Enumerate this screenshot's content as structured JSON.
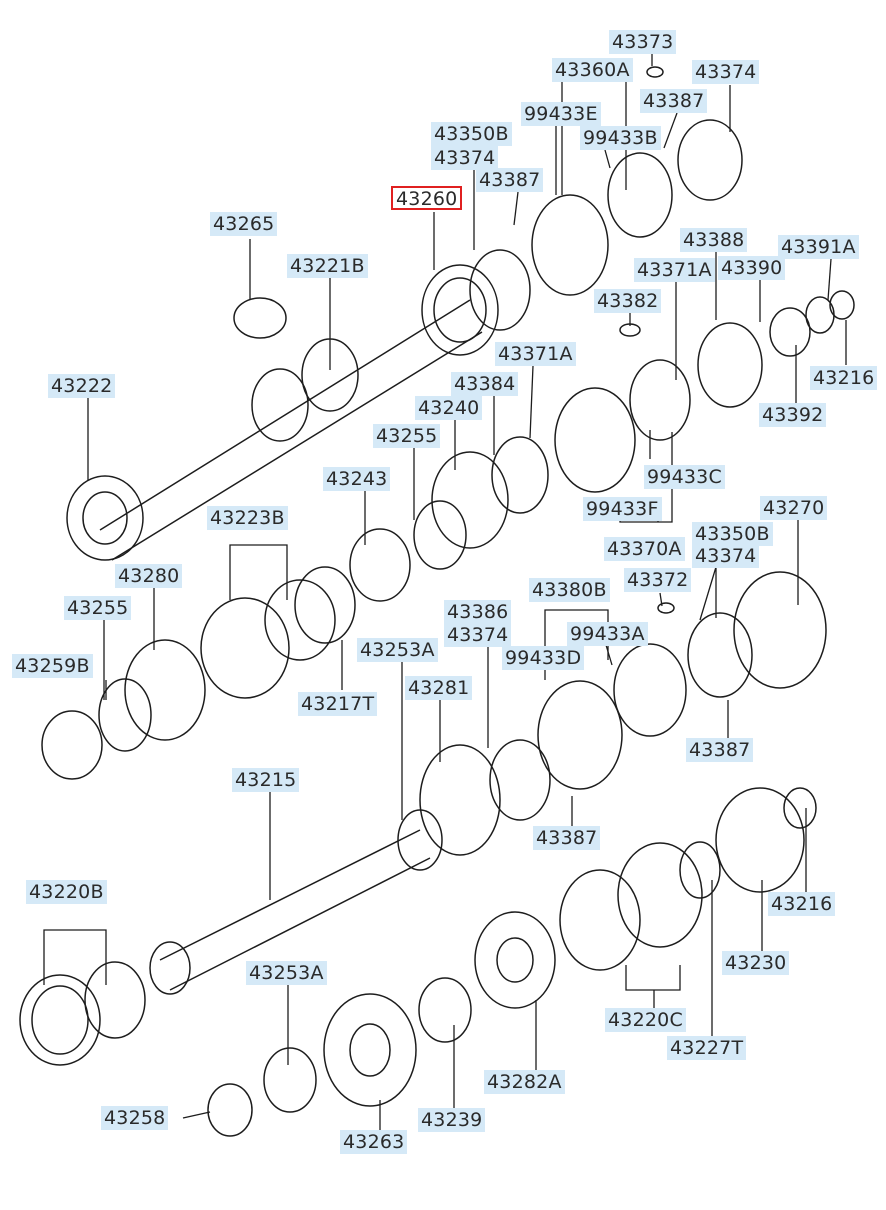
{
  "diagram": {
    "highlight_color": "#e02020",
    "label_background": "#d5e9f7",
    "labels": [
      {
        "id": "l43373",
        "text": "43373"
      },
      {
        "id": "l43360A",
        "text": "43360A"
      },
      {
        "id": "l43374a",
        "text": "43374"
      },
      {
        "id": "l99433E",
        "text": "99433E"
      },
      {
        "id": "l43387a",
        "text": "43387"
      },
      {
        "id": "l43350Ba",
        "text": "43350B"
      },
      {
        "id": "l99433B",
        "text": "99433B"
      },
      {
        "id": "l43374b",
        "text": "43374"
      },
      {
        "id": "l43387b",
        "text": "43387"
      },
      {
        "id": "l43260",
        "text": "43260"
      },
      {
        "id": "l43265",
        "text": "43265"
      },
      {
        "id": "l43221B",
        "text": "43221B"
      },
      {
        "id": "l43388",
        "text": "43388"
      },
      {
        "id": "l43391A",
        "text": "43391A"
      },
      {
        "id": "l43371Aa",
        "text": "43371A"
      },
      {
        "id": "l43390",
        "text": "43390"
      },
      {
        "id": "l43382",
        "text": "43382"
      },
      {
        "id": "l43216a",
        "text": "43216"
      },
      {
        "id": "l43222",
        "text": "43222"
      },
      {
        "id": "l43371Ab",
        "text": "43371A"
      },
      {
        "id": "l43384",
        "text": "43384"
      },
      {
        "id": "l43392",
        "text": "43392"
      },
      {
        "id": "l43240",
        "text": "43240"
      },
      {
        "id": "l43255a",
        "text": "43255"
      },
      {
        "id": "l43243",
        "text": "43243"
      },
      {
        "id": "l99433C",
        "text": "99433C"
      },
      {
        "id": "l99433F",
        "text": "99433F"
      },
      {
        "id": "l43223B",
        "text": "43223B"
      },
      {
        "id": "l43270",
        "text": "43270"
      },
      {
        "id": "l43350Bb",
        "text": "43350B"
      },
      {
        "id": "l43370A",
        "text": "43370A"
      },
      {
        "id": "l43374c",
        "text": "43374"
      },
      {
        "id": "l43280",
        "text": "43280"
      },
      {
        "id": "l43380B",
        "text": "43380B"
      },
      {
        "id": "l43372",
        "text": "43372"
      },
      {
        "id": "l43255b",
        "text": "43255"
      },
      {
        "id": "l43386",
        "text": "43386"
      },
      {
        "id": "l99433A",
        "text": "99433A"
      },
      {
        "id": "l43374d",
        "text": "43374"
      },
      {
        "id": "l43253Aa",
        "text": "43253A"
      },
      {
        "id": "l99433D",
        "text": "99433D"
      },
      {
        "id": "l43259B",
        "text": "43259B"
      },
      {
        "id": "l43217T",
        "text": "43217T"
      },
      {
        "id": "l43281",
        "text": "43281"
      },
      {
        "id": "l43387c",
        "text": "43387"
      },
      {
        "id": "l43215",
        "text": "43215"
      },
      {
        "id": "l43387d",
        "text": "43387"
      },
      {
        "id": "l43220B",
        "text": "43220B"
      },
      {
        "id": "l43216b",
        "text": "43216"
      },
      {
        "id": "l43253Ab",
        "text": "43253A"
      },
      {
        "id": "l43230",
        "text": "43230"
      },
      {
        "id": "l43220C",
        "text": "43220C"
      },
      {
        "id": "l43227T",
        "text": "43227T"
      },
      {
        "id": "l43282A",
        "text": "43282A"
      },
      {
        "id": "l43258",
        "text": "43258"
      },
      {
        "id": "l43239",
        "text": "43239"
      },
      {
        "id": "l43263",
        "text": "43263"
      }
    ]
  }
}
